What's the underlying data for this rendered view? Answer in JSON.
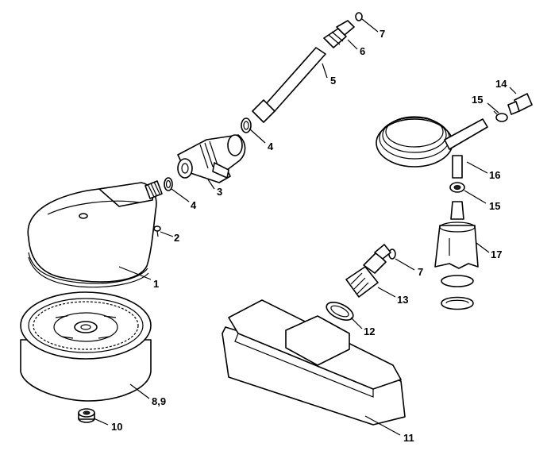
{
  "labels": [
    {
      "id": "1",
      "text": "1"
    },
    {
      "id": "2",
      "text": "2"
    },
    {
      "id": "3",
      "text": "3"
    },
    {
      "id": "4a",
      "text": "4"
    },
    {
      "id": "4b",
      "text": "4"
    },
    {
      "id": "5",
      "text": "5"
    },
    {
      "id": "6",
      "text": "6"
    },
    {
      "id": "7a",
      "text": "7"
    },
    {
      "id": "7b",
      "text": "7"
    },
    {
      "id": "89",
      "text": "8,9"
    },
    {
      "id": "10",
      "text": "10"
    },
    {
      "id": "11",
      "text": "11"
    },
    {
      "id": "12",
      "text": "12"
    },
    {
      "id": "13",
      "text": "13"
    },
    {
      "id": "14",
      "text": "14"
    },
    {
      "id": "15a",
      "text": "15"
    },
    {
      "id": "15b",
      "text": "15"
    },
    {
      "id": "16",
      "text": "16"
    },
    {
      "id": "17",
      "text": "17"
    }
  ]
}
